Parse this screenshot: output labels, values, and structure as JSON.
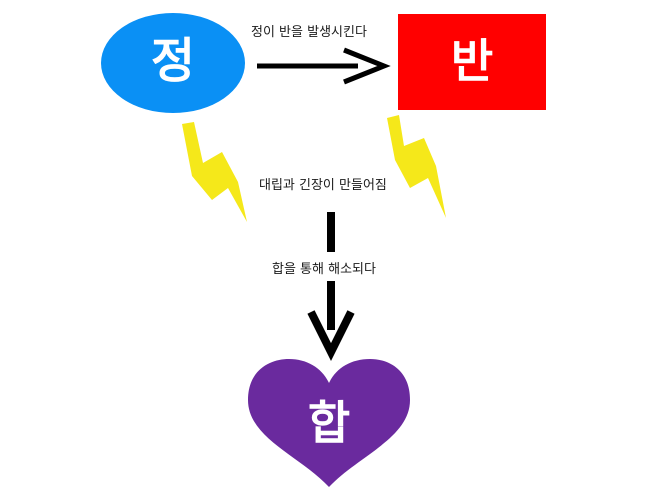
{
  "nodes": {
    "thesis": {
      "label": "정",
      "color": "#0a90f5"
    },
    "antithesis": {
      "label": "반",
      "color": "#ff0000"
    },
    "synthesis": {
      "label": "합",
      "color": "#6a2a9e"
    }
  },
  "edges": {
    "thesis_to_antithesis": "정이 반을 발생시킨다",
    "tension": "대립과 긴장이 만들어짐",
    "resolution": "합을 통해 해소되다"
  },
  "colors": {
    "lightning": "#f5e81a",
    "arrow": "#000000"
  }
}
